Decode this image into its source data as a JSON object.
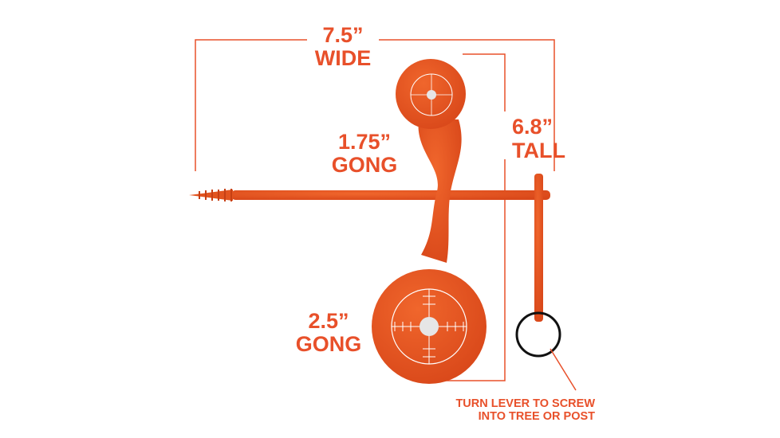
{
  "colors": {
    "accent": "#e8502a",
    "gong": "#e2541f",
    "ring": "#111111"
  },
  "labels": {
    "width_value": "7.5”",
    "width_word": "WIDE",
    "height_value": "6.8”",
    "height_word": "TALL",
    "small_gong_value": "1.75”",
    "small_gong_word": "GONG",
    "large_gong_value": "2.5”",
    "large_gong_word": "GONG",
    "lever_line1": "TURN LEVER TO SCREW",
    "lever_line2": "INTO TREE OR POST"
  }
}
